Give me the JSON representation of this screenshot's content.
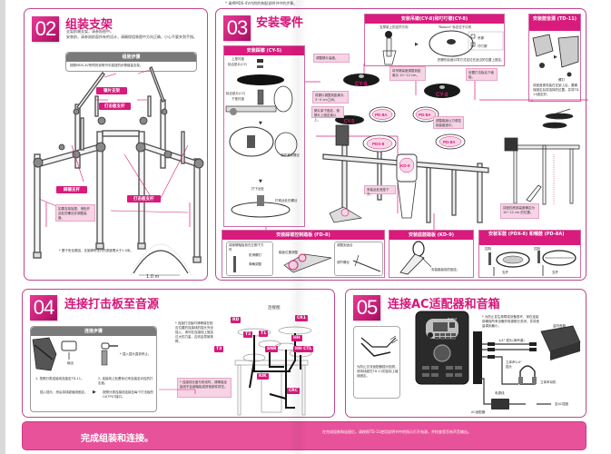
{
  "top_note": "* 请将MDS-4V内附的装配说明书中的步骤。",
  "section02": {
    "number": "02",
    "title": "组装支架",
    "bullets": [
      "支架前端支架，请参照图中。",
      "安装前，请参阅前面所有的设计，请确保组装图中方向正确，小心不要夹到手指。"
    ],
    "steps_header": "组装步骤",
    "steps_text": "按照MDS-4V所附的说明书中描述的步骤组装支架。",
    "labels": {
      "cymbal_arm": "镲片支架",
      "pad_arm_top": "打击板支杆",
      "tom_arm": "踩镲支杆",
      "pad_arm_bottom": "打击板支杆"
    },
    "pink_note": "如果支架摇晃，请松开此处的螺丝并调整高度。",
    "footnote": "* 基于安全原因，支架脚所张开的宽度需大于1.0米。",
    "dimension": "1.0 m"
  },
  "section03": {
    "number": "03",
    "title": "安装零件",
    "cy5_box": {
      "header": "安装踩镲 (CY-5)",
      "labels": [
        "上垫衬盘",
        "毡合垫片(CY)",
        "毡合垫片(CY)",
        "下垫衬盘"
      ],
      "notes": [
        "拧下此处",
        "使拧紧到螺丝",
        "拧紧此处的螺丝"
      ]
    },
    "cy8_box": {
      "header": "安装吊镲(CY-8)和叮叮镲(CY-8)",
      "labels": [
        "支撑架上的支杆方向",
        "\"Roland\" 标志位于中央",
        "吊镲",
        "叮叮镲"
      ],
      "note": "把镲的后面引导方式定位在适当的位置上固定。"
    },
    "td11_box": {
      "header": "安装鼓音源 (TD-11)",
      "label": "螺钉",
      "note": "将鼓音源安装在支架上后，要确保固定后将选择的位置，并将TD-11固定好。"
    },
    "notes": {
      "hihat": "调整镲片高度。",
      "cymbal_height": "将镲片调整到距离为 3~5 cm之间。",
      "crash_height": "将吊镲高度调整到距离为 10~12 cm。",
      "pad_angle": "设置打击板后下面板。",
      "kick_arm": "安装此处底座下方。",
      "pedal": "调整踏板以方便控制高度适中。",
      "stand": "将鼓的底部高度确定为 10~12 cm 的位置。",
      "right": "镲片架下固定，使镲片上固定面以上。"
    },
    "pad_labels": {
      "cy8_left": "CY-8",
      "cy8_right": "CY-8",
      "cy5": "CY-5",
      "pd8a_1": "PD-8A",
      "pd8a_2": "PD-8A",
      "pd8a_3": "PD-8A",
      "pdx8": "PDX-8",
      "kd9": "KD-9",
      "hh": "FD-8"
    },
    "fd8_box": {
      "header": "安装踩镲控制踏板 (FD-8)",
      "notes": [
        "将踩镲踏板放在左脚下方时",
        "防滑螺钉",
        "调整到适合",
        "调节螺丝",
        "弹簧调整",
        "踏板位置调整"
      ]
    },
    "kd9_box": {
      "header": "安装底鼓踏板 (KD-9)",
      "note": "安装踏板前的固定。"
    },
    "pdx8_box": {
      "header": "安装军鼓 (PDX-8) 和嗵鼓 (PD-8A)",
      "labels": [
        "控制",
        "支杆",
        "控制",
        "支杆"
      ]
    }
  },
  "section04": {
    "number": "04",
    "title": "连接打击板至音源",
    "steps_header": "连接步骤",
    "step1": "1. 按照分类连接线连接至TD-11。",
    "step1b": "插入插头，然后将线缆缠绕固定。",
    "step2": "2. 连接线上贴着标记来连接至对应的打击板。",
    "step2b": "按照分类连接线连接至每个打击板的OUTPUT接口。",
    "plug_note": "* 插入插头直到停止。",
    "output_label": "输出",
    "side_note": "* 连接打击板时请确保在相应位置的连接线的插头完全插入，请勿在连接线上施加过大的力量，否则会导致故障。",
    "pink_note": "* 连接线长度与布线时，请确保连接线不会被踏板或其他部件挤压。",
    "diagram_title": "连接图",
    "tags": [
      "RD",
      "CR1",
      "T2",
      "T1",
      "HH",
      "T3",
      "SNR",
      "HH CTL",
      "KIK",
      "CRC"
    ]
  },
  "section05": {
    "number": "05",
    "title": "连接AC适配器和音箱",
    "side_note": "为防止交流适配器插头松脱，请将线缆在TD-11的挂钩上缠绕固定。",
    "top_note": "* 为防止发生故障或设备损坏，请在连接前确保所有设备的电源都已关闭，并将音量调到最小。",
    "labels": {
      "amp": "监听音箱",
      "cable_lr": "1/4\" 插头(单声道)",
      "phones": "立体声1/4\" 插头",
      "headphones": "立体声耳机",
      "adapter": "AC适配器",
      "outlet": "至AC插座",
      "power": "电源线",
      "brand": "Roland"
    }
  },
  "footer": {
    "title": "完成组装和连接。",
    "note": "在完成组装和连接后，请按照TD-11使用说明书中的指示打开电源，并检查是否有声音输出。"
  },
  "colors": {
    "accent": "#d81b7c",
    "border": "#c2448a",
    "note_bg": "#f6d3e5",
    "footer_bg": "#e8529b"
  }
}
